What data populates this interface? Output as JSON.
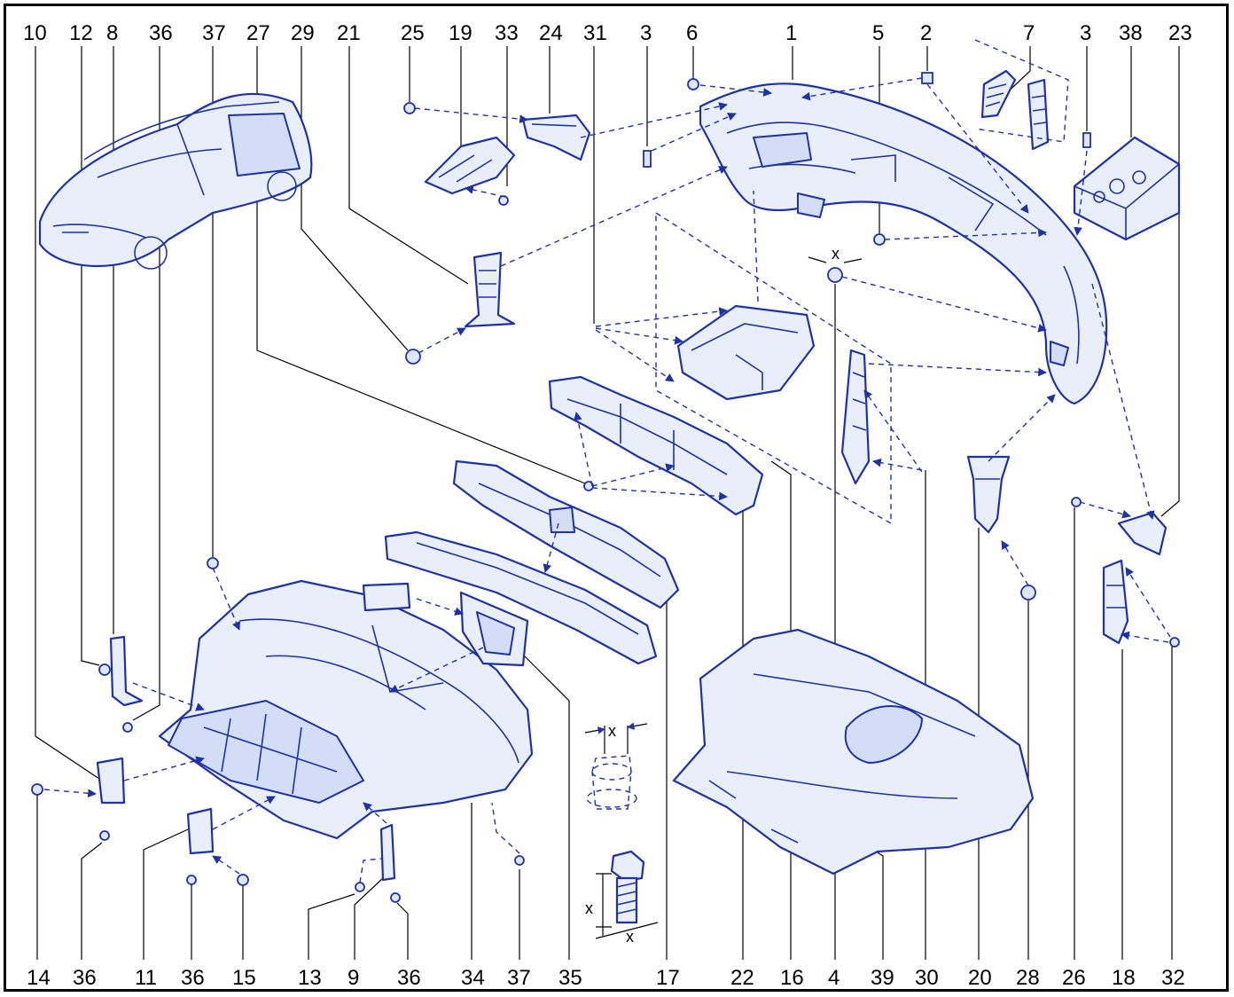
{
  "diagram": {
    "top_labels": [
      "10",
      "12",
      "8",
      "36",
      "37",
      "27",
      "29",
      "21",
      "25",
      "19",
      "33",
      "24",
      "31",
      "3",
      "6",
      "1",
      "5",
      "2",
      "7",
      "3",
      "38",
      "23"
    ],
    "bottom_labels": [
      "14",
      "36",
      "11",
      "36",
      "15",
      "13",
      "9",
      "36",
      "34",
      "37",
      "35",
      "17",
      "22",
      "16",
      "4",
      "39",
      "30",
      "20",
      "28",
      "26",
      "18",
      "32"
    ],
    "dimension_labels": [
      "x",
      "x",
      "x",
      "x"
    ],
    "colors": {
      "line": "#1e32a6",
      "fill": "#e9eefb",
      "text": "#000000"
    }
  }
}
